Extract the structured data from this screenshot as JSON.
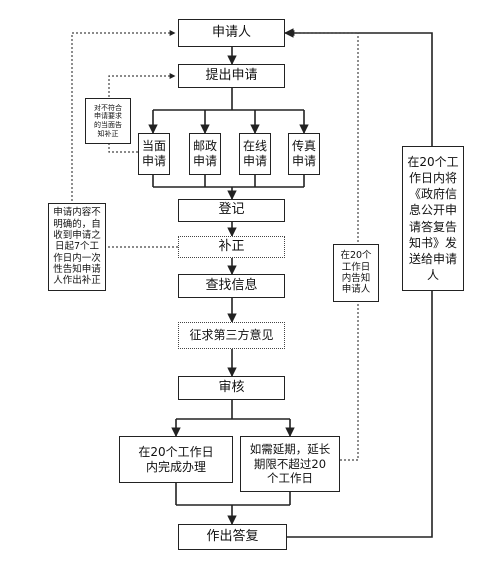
{
  "nodes": {
    "applicant": "申请人",
    "submit": "提出申请",
    "in_person": "当面\n申请",
    "by_mail": "邮政\n申请",
    "online": "在线\n申请",
    "by_fax": "传真\n申请",
    "register": "登记",
    "supplement": "补正",
    "search_info": "查找信息",
    "third_party": "征求第三方意见",
    "review": "审核",
    "done_20": "在20个工作日\n内完成办理",
    "extension": "如需延期，延长\n期限不超过20\n个工作日",
    "reply": "作出答复"
  },
  "notes": {
    "not_compliant": "对不符合\n申请要求\n的当面告\n知补正",
    "unclear_content": "申请内容不\n明确的，自\n收到申请之\n日起7个工\n作日内一次\n性告知申请\n人作出补正",
    "notify_20": "在20个\n工作日\n内告知\n申请人",
    "deliver_20": "在20个工\n作日内将\n《政府信\n息公开申\n请答复告\n知书》发\n送给申请\n人"
  }
}
